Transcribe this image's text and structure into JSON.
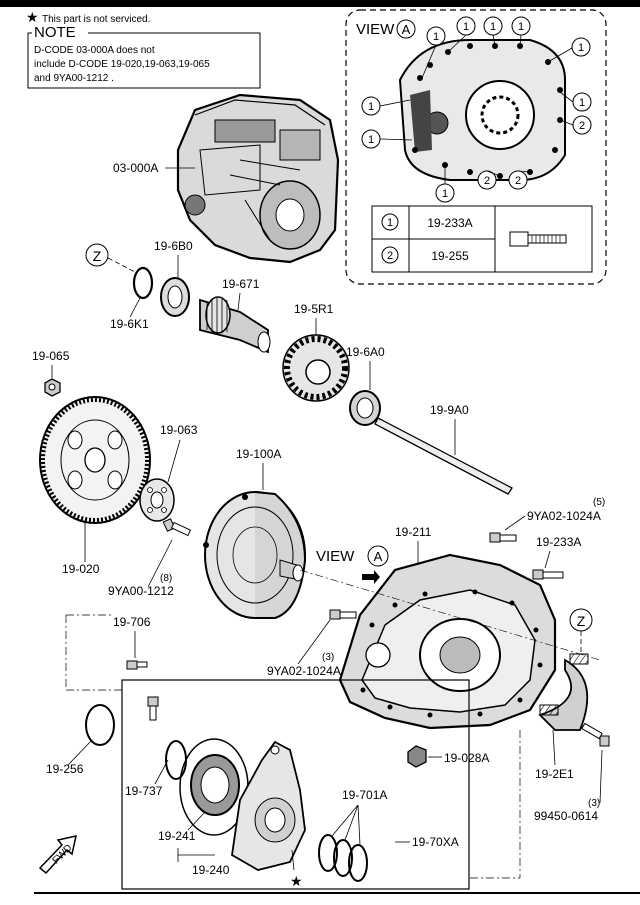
{
  "note": {
    "star_text": "This part is not serviced.",
    "heading": "NOTE",
    "line1": "D-CODE 03-000A does not",
    "line2": "include D-CODE 19-020,19-063,19-065",
    "line3": "and 9YA00-1212 ."
  },
  "view": {
    "title": "VIEW",
    "letter": "A",
    "legend": [
      {
        "num": "1",
        "code": "19-233A"
      },
      {
        "num": "2",
        "code": "19-255"
      }
    ]
  },
  "labels": {
    "p03000A": "03-000A",
    "z": "Z",
    "p196B0": "19-6B0",
    "p196K1": "19-6K1",
    "p19671": "19-671",
    "p195R1": "19-5R1",
    "p196A0": "19-6A0",
    "p199A0": "19-9A0",
    "p19065": "19-065",
    "p19063": "19-063",
    "p19100A": "19-100A",
    "p19020": "19-020",
    "p9YA001212": "9YA00-1212",
    "p9YA001212_qty": "(8)",
    "p9YA021024A_top": "9YA02-1024A",
    "p9YA021024A_top_qty": "(5)",
    "p19211": "19-211",
    "p19233A": "19-233A",
    "view_ref": "VIEW",
    "view_ref_letter": "A",
    "p9YA021024A_mid": "9YA02-1024A",
    "p9YA021024A_mid_qty": "(3)",
    "p19706": "19-706",
    "z2": "Z",
    "p19256": "19-256",
    "p19737": "19-737",
    "p19241": "19-241",
    "p19240": "19-240",
    "p19701A": "19-701A",
    "p1970XA": "19-70XA",
    "p19028A": "19-028A",
    "p192E1": "19-2E1",
    "p994500614": "99450-0614",
    "p994500614_qty": "(3)",
    "fwd": "FWD"
  }
}
